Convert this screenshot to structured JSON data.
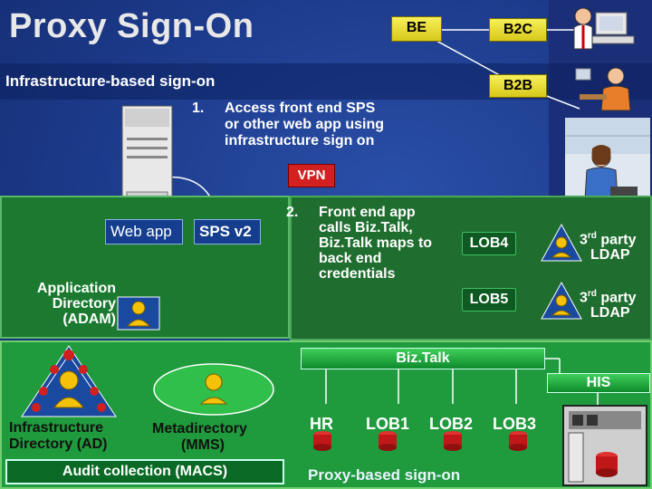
{
  "title": "Proxy Sign-On",
  "subtitle": "Infrastructure-based sign-on",
  "steps": {
    "s1_num": "1.",
    "s1_line1": "Access front end SPS",
    "s1_line2": "or other web app using",
    "s1_line3": "infrastructure sign on",
    "s2_num": "2.",
    "s2_line1": "Front end app",
    "s2_line2": "calls Biz.Talk,",
    "s2_line3": "Biz.Talk maps to",
    "s2_line4": "back end",
    "s2_line5": "credentials"
  },
  "nodes": {
    "be": "BE",
    "b2c": "B2C",
    "b2b": "B2B",
    "vpn": "VPN",
    "web_app": "Web app",
    "sps": "SPS v2",
    "adam_line1": "Application",
    "adam_line2": "Directory",
    "adam_line3": "(ADAM)",
    "lob4": "LOB4",
    "lob5": "LOB5",
    "ldap1_sup": "rd",
    "ldap1_a": "3",
    "ldap1_b": " party",
    "ldap1_c": "LDAP",
    "ldap2_sup": "rd",
    "ldap2_a": "3",
    "ldap2_b": " party",
    "ldap2_c": "LDAP",
    "biztalk": "Biz.Talk",
    "his": "HIS",
    "hr": "HR",
    "lob1": "LOB1",
    "lob2": "LOB2",
    "lob3": "LOB3",
    "ad_line1": "Infrastructure",
    "ad_line2": "Directory (AD)",
    "mms_line1": "Metadirectory",
    "mms_line2": "(MMS)",
    "macs": "Audit collection (MACS)",
    "proxy_based": "Proxy-based sign-on"
  },
  "colors": {
    "background": "#1c3a8a",
    "green": "#1f9a3c",
    "yellow": "#e8dc30",
    "db_red": "#c01818"
  }
}
